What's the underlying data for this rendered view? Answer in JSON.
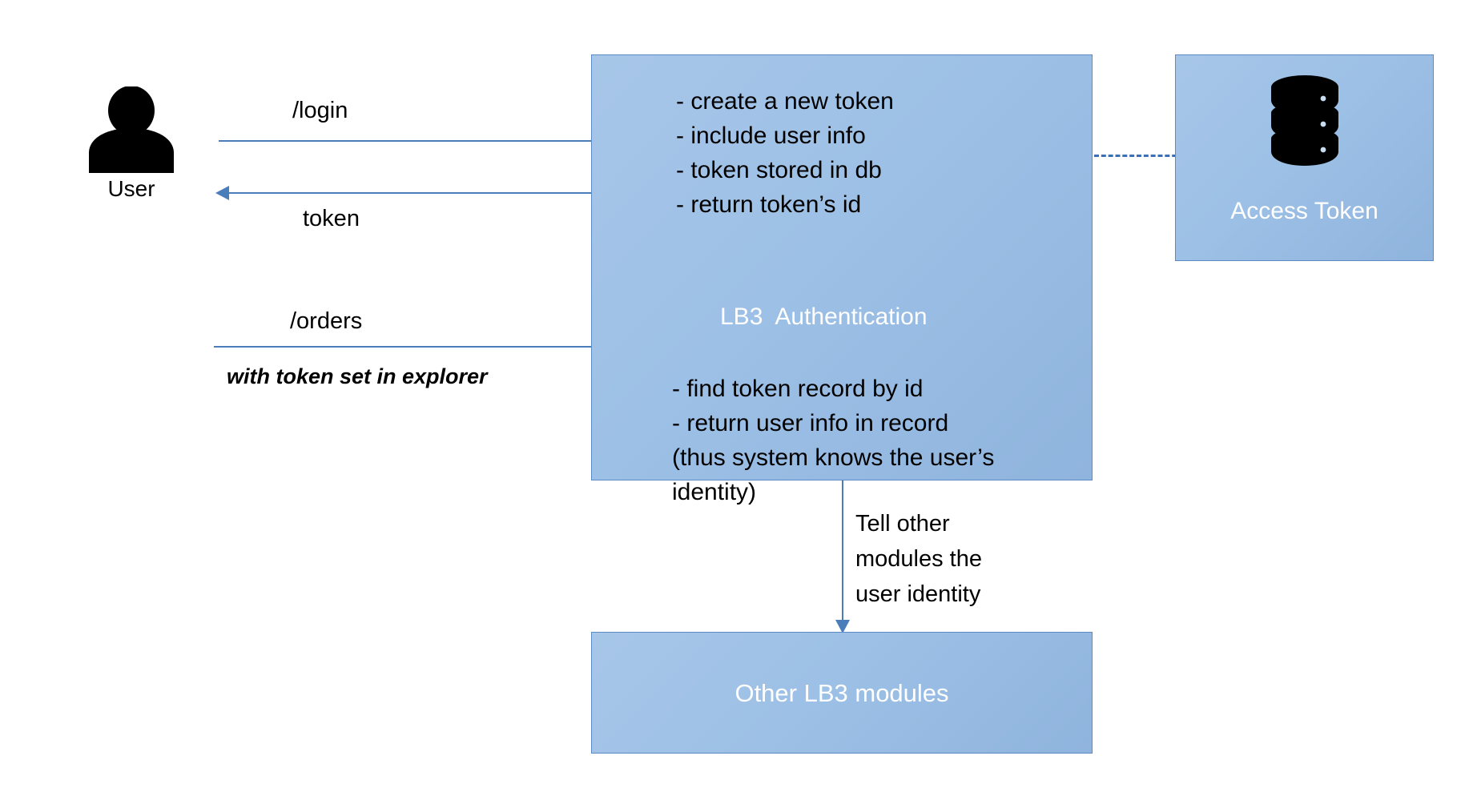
{
  "diagram": {
    "actor": {
      "icon": "person-icon",
      "label": "User"
    },
    "flows": [
      {
        "id": "login",
        "label": "/login",
        "direction": "right"
      },
      {
        "id": "token",
        "label": "token",
        "direction": "left"
      },
      {
        "id": "orders",
        "label": "/orders",
        "direction": "right"
      }
    ],
    "orders_note": "with token set in explorer",
    "auth_box": {
      "title": "LB3  Authentication",
      "top_steps": [
        "- create a new token",
        "- include user info",
        "- token stored in db",
        "- return token’s id"
      ],
      "bottom_steps": [
        "- find token record by id",
        "- return user info in record",
        "(thus system knows the user’s",
        "identity)"
      ]
    },
    "access_token_box": {
      "icon": "database-icon",
      "label": "Access Token"
    },
    "other_modules_box": {
      "label": "Other LB3 modules"
    },
    "modules_note": [
      "Tell other",
      "modules the",
      "user identity"
    ],
    "colors": {
      "box_fill_light": "#a7c6e8",
      "box_fill_dark": "#8fb4dd",
      "box_border": "#5b8ac4",
      "connector": "#4a7ebb",
      "dashed_connector": "#3b6fb6",
      "box_text": "#ffffff",
      "body_text": "#000000",
      "background": "#ffffff"
    }
  }
}
